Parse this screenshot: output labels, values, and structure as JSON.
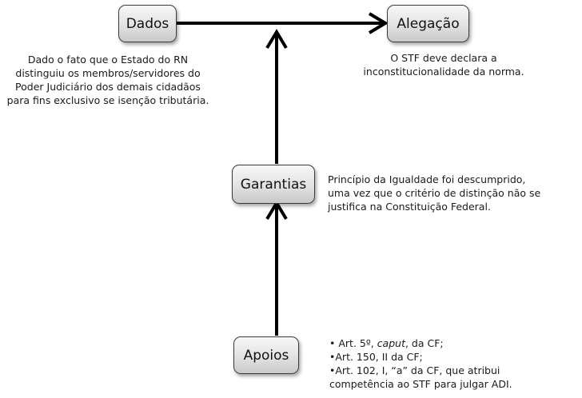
{
  "nodes": {
    "dados": "Dados",
    "alegacao": "Alegação",
    "garantias": "Garantias",
    "apoios": "Apoios"
  },
  "texts": {
    "dados": [
      "Dado o fato que o Estado do RN",
      "distinguiu os membros/servidores  do",
      "Poder Judiciário dos demais cidadãos",
      "para fins exclusivo se isenção tributária."
    ],
    "alegacao": [
      "O STF deve declara a",
      "inconstitucionalidade da norma."
    ],
    "garantias": [
      "Princípio da Igualdade foi descumprido,",
      "uma vez que o critério de distinção não se",
      "justifica na Constituição Federal."
    ],
    "apoios": {
      "line1_prefix": "• Art. 5º, ",
      "line1_italic": "caput",
      "line1_suffix": ", da CF;",
      "line2": "•Art. 150, II da CF;",
      "line3": "•Art. 102, I, “a” da CF, que atribui",
      "line4": "competência ao STF para julgar ADI."
    }
  }
}
